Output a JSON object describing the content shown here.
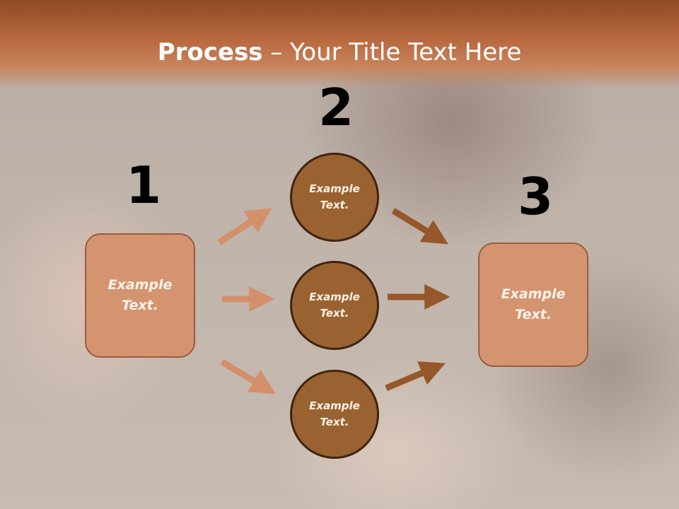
{
  "title": {
    "bold": "Process",
    "rest": " – Your Title Text Here"
  },
  "steps": {
    "one": {
      "number": "1",
      "label": "Example Text."
    },
    "two": {
      "number": "2"
    },
    "three": {
      "number": "3",
      "label": "Example Text."
    }
  },
  "circles": [
    {
      "label": "Example Text."
    },
    {
      "label": "Example Text."
    },
    {
      "label": "Example Text."
    }
  ],
  "colors": {
    "header": "#b8683f",
    "box_fill": "#d49470",
    "circle_fill": "#9a6231",
    "arrow_light": "#d4906a",
    "arrow_dark": "#96582a"
  }
}
